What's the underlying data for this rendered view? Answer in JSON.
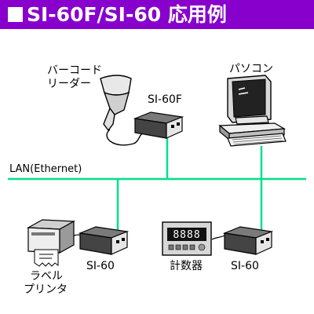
{
  "header": {
    "title": "SI-60F/SI-60 応用例",
    "background_color": "#8800cc",
    "square_icon": "white-square"
  },
  "network": {
    "label": "LAN(Ethernet)",
    "line_color": "#00e08a"
  },
  "devices": {
    "barcode_reader": {
      "label_line1": "バーコード",
      "label_line2": "リーダー",
      "icon": "barcode-reader-icon"
    },
    "si60f": {
      "label": "SI-60F",
      "icon": "device-server-icon"
    },
    "pc": {
      "label": "パソコン",
      "icon": "computer-icon"
    },
    "label_printer": {
      "label_line1": "ラベル",
      "label_line2": "プリンタ",
      "icon": "label-printer-icon"
    },
    "si60_left": {
      "label": "SI-60",
      "icon": "device-server-icon"
    },
    "counter": {
      "label": "計数器",
      "display_text": "8888",
      "icon": "counter-icon"
    },
    "si60_right": {
      "label": "SI-60",
      "icon": "device-server-icon"
    }
  }
}
